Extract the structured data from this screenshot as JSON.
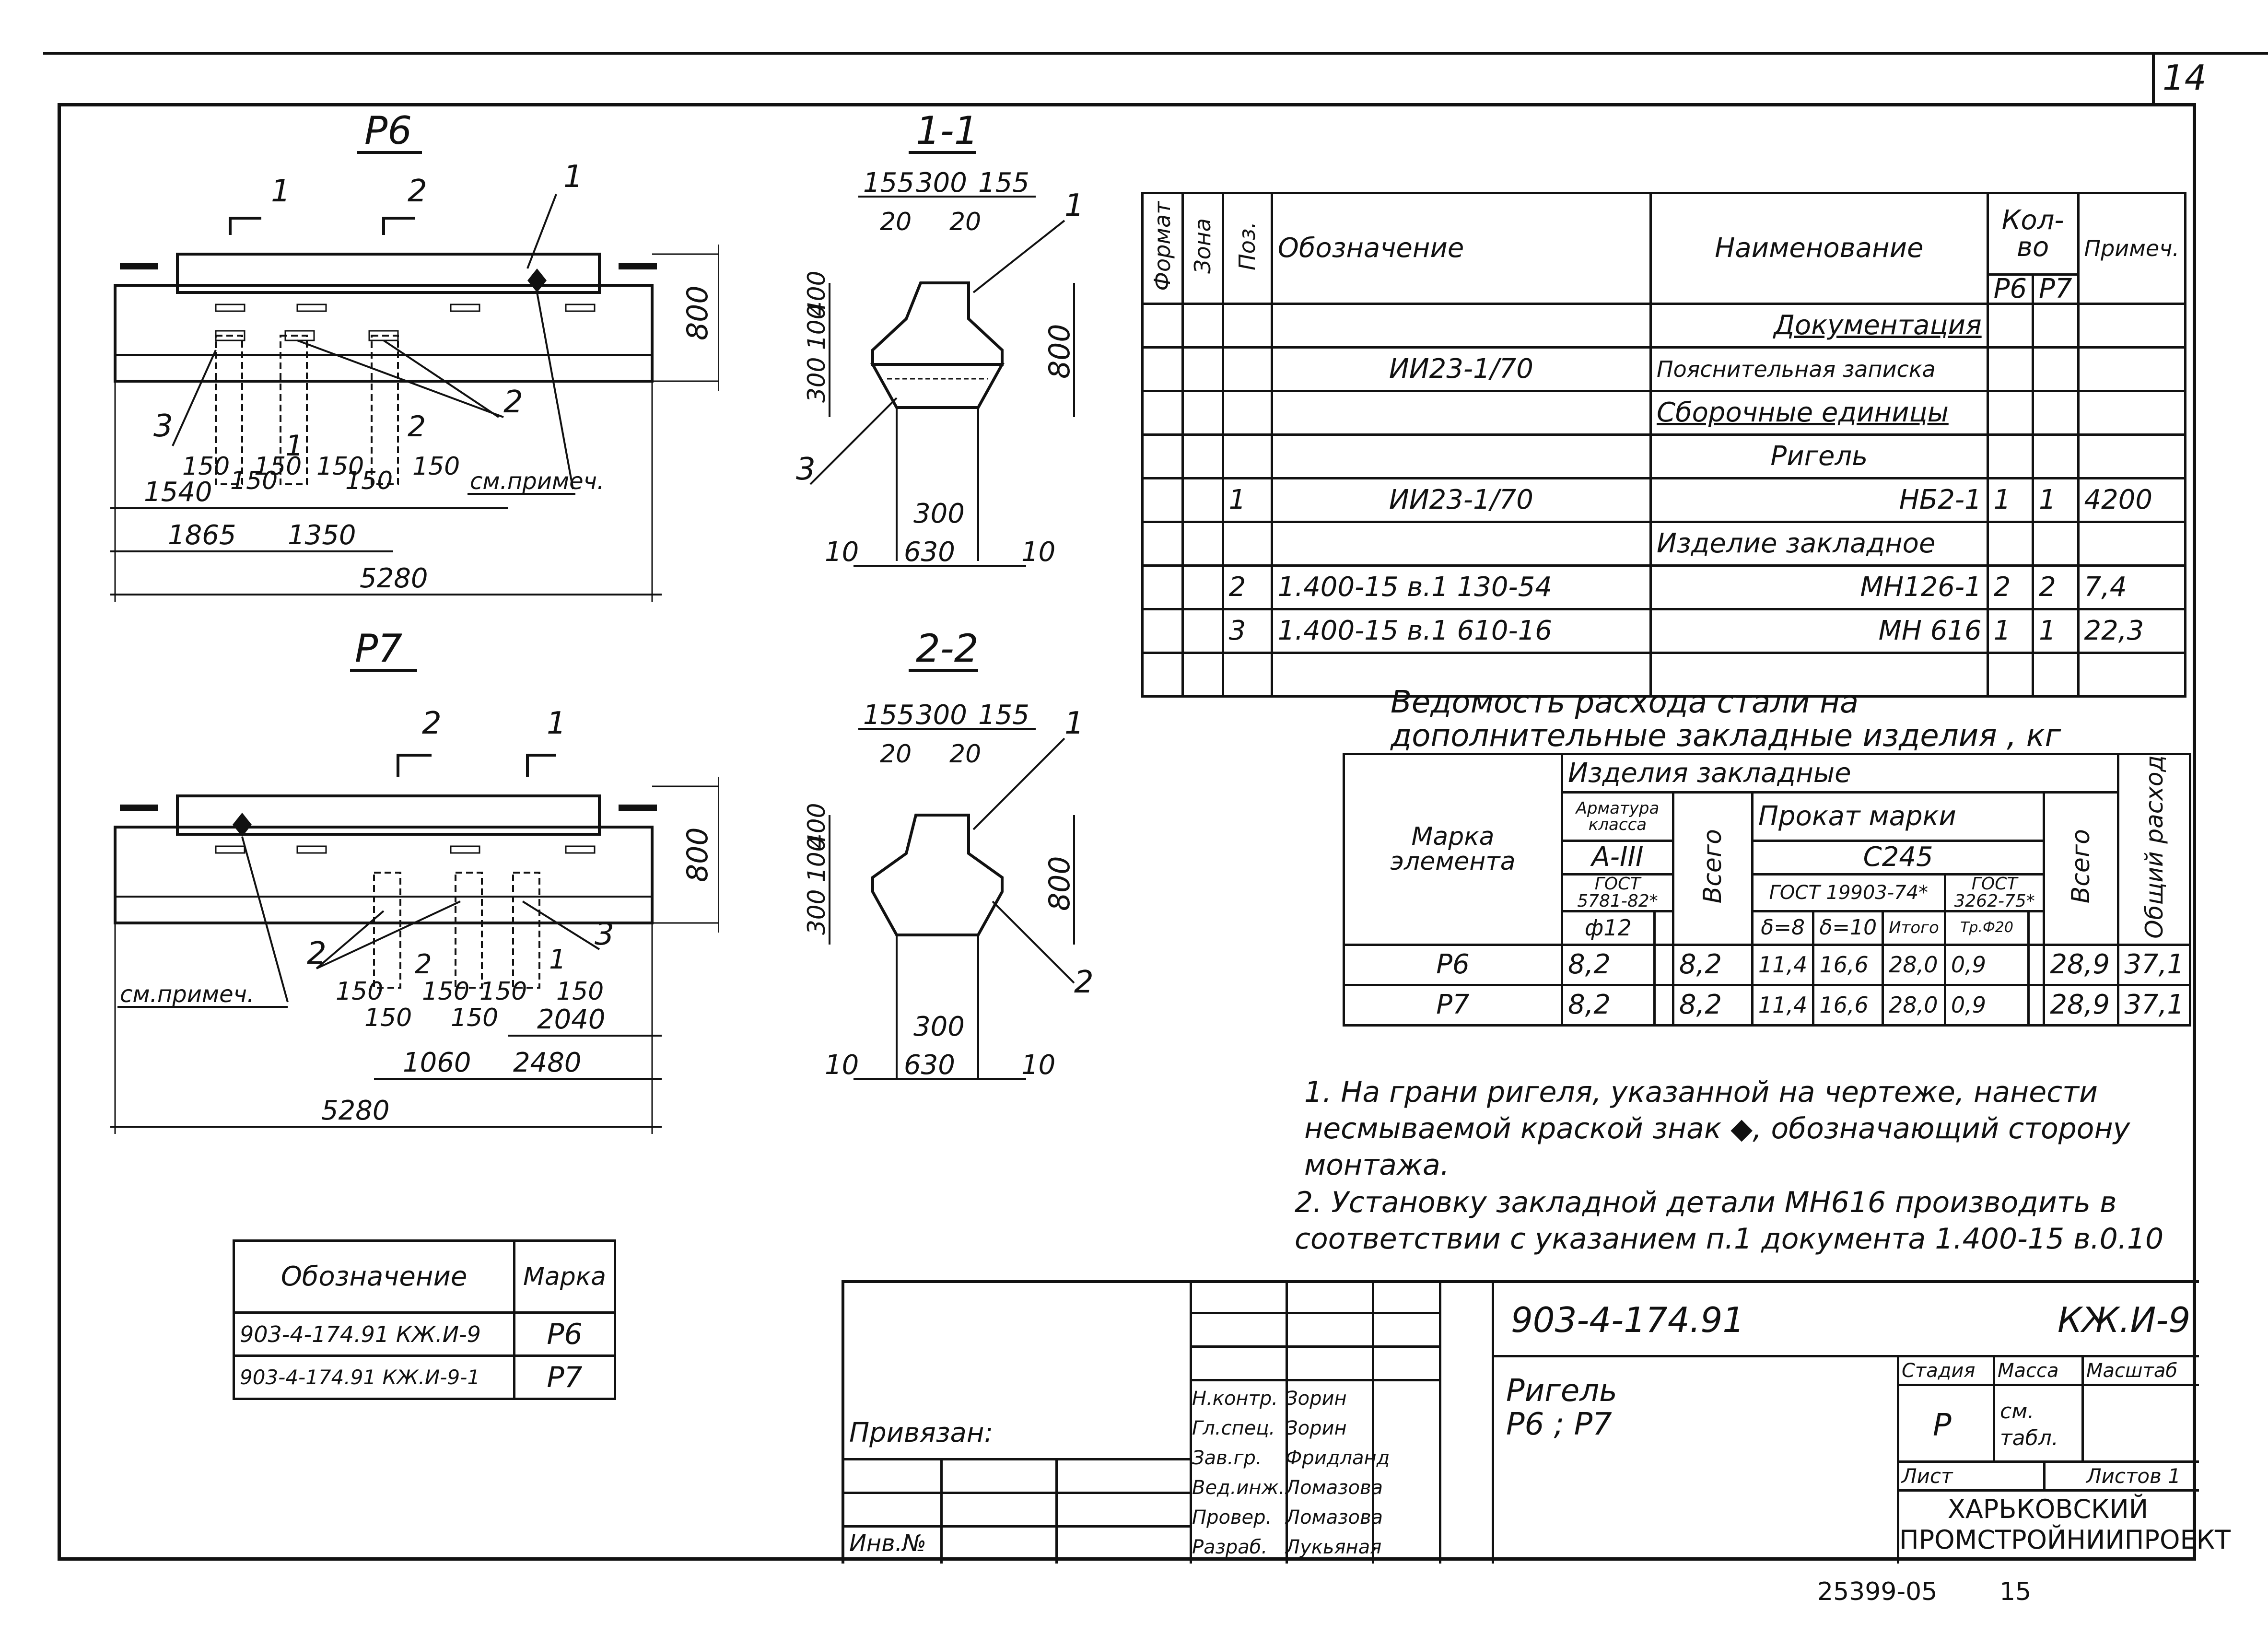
{
  "sheet_number": "14",
  "footer": {
    "code": "25399-05",
    "page": "15"
  },
  "drawings": {
    "p6": {
      "title": "Р6",
      "cut1": "1",
      "cut2": "2",
      "label_1": "1",
      "label_2": "2",
      "label_3": "3",
      "height": "800",
      "dims": [
        "150",
        "150",
        "150",
        "150",
        "150",
        "150",
        "1540",
        "1865",
        "1350",
        "5280"
      ],
      "note_ref": "см.примеч."
    },
    "p7": {
      "title": "Р7",
      "cut1": "2",
      "cut2": "1",
      "label_2": "2",
      "label_3": "3",
      "height": "800",
      "dims": [
        "150",
        "150",
        "150",
        "150",
        "150",
        "150",
        "2040",
        "1060",
        "2480",
        "5280"
      ],
      "note_ref": "см.примеч."
    },
    "s11": {
      "title": "1-1",
      "top": [
        "155",
        "300",
        "155"
      ],
      "inner": [
        "20",
        "20"
      ],
      "left": [
        "300",
        "100",
        "400"
      ],
      "height": "800",
      "bottom": [
        "300",
        "630"
      ],
      "side": [
        "10",
        "10"
      ],
      "label_1": "1",
      "label_3": "3"
    },
    "s22": {
      "title": "2-2",
      "top": [
        "155",
        "300",
        "155"
      ],
      "inner": [
        "20",
        "20"
      ],
      "left": [
        "300",
        "100",
        "400"
      ],
      "height": "800",
      "bottom": [
        "300",
        "630"
      ],
      "side": [
        "10",
        "10"
      ],
      "label_1": "1",
      "label_2": "2"
    }
  },
  "spec_table": {
    "headers": {
      "format": "Формат",
      "zone": "Зона",
      "pos": "Поз.",
      "designation": "Обозначение",
      "name": "Наименование",
      "qty": "Кол-во",
      "p6": "Р6",
      "p7": "Р7",
      "note": "Примеч."
    },
    "rows": [
      {
        "pos": "",
        "designation": "",
        "name": "Документация",
        "p6": "",
        "p7": "",
        "note": ""
      },
      {
        "pos": "",
        "designation": "ИИ23-1/70",
        "name": "Пояснительная записка",
        "p6": "",
        "p7": "",
        "note": ""
      },
      {
        "pos": "",
        "designation": "",
        "name": "Сборочные единицы",
        "p6": "",
        "p7": "",
        "note": ""
      },
      {
        "pos": "",
        "designation": "",
        "name": "Ригель",
        "p6": "",
        "p7": "",
        "note": ""
      },
      {
        "pos": "1",
        "designation": "ИИ23-1/70",
        "name": "НБ2-1",
        "p6": "1",
        "p7": "1",
        "note": "4200"
      },
      {
        "pos": "",
        "designation": "",
        "name": "Изделие закладное",
        "p6": "",
        "p7": "",
        "note": ""
      },
      {
        "pos": "2",
        "designation": "1.400-15 в.1 130-54",
        "name": "МН126-1",
        "p6": "2",
        "p7": "2",
        "note": "7,4"
      },
      {
        "pos": "3",
        "designation": "1.400-15 в.1 610-16",
        "name": "МН 616",
        "p6": "1",
        "p7": "1",
        "note": "22,3"
      },
      {
        "pos": "",
        "designation": "",
        "name": "",
        "p6": "",
        "p7": "",
        "note": ""
      }
    ]
  },
  "steel_table": {
    "title": "Ведомость расхода стали на дополнительные закладные изделия , кг",
    "h_mark": "Марка элемента",
    "h_items": "Изделия закладные",
    "h_rebar": "Арматура класса",
    "h_rebar_class": "A-III",
    "h_rebar_gost": "ГОСТ 5781-82*",
    "h_rebar_d": "ф12",
    "h_total1": "Всего",
    "h_rolled": "Прокат марки",
    "h_rolled_grade": "С245",
    "h_gost1": "ГОСТ 19903-74*",
    "h_gost2": "ГОСТ 3262-75*",
    "h_d8": "δ=8",
    "h_d10": "δ=10",
    "h_itogo": "Итого",
    "h_tr": "Тр.Ф20",
    "h_total2": "Всего",
    "h_grand": "Общий расход",
    "rows": [
      {
        "mark": "Р6",
        "rebar": "8,2",
        "blank": "",
        "total1": "8,2",
        "d8": "11,4",
        "d10": "16,6",
        "itogo": "28,0",
        "tr": "0,9",
        "blank2": "",
        "total2": "28,9",
        "grand": "37,1"
      },
      {
        "mark": "Р7",
        "rebar": "8,2",
        "blank": "",
        "total1": "8,2",
        "d8": "11,4",
        "d10": "16,6",
        "itogo": "28,0",
        "tr": "0,9",
        "blank2": "",
        "total2": "28,9",
        "grand": "37,1"
      }
    ]
  },
  "notes": [
    "1. На грани ригеля, указанной на чертеже, нанести несмываемой краской знак ◆, обозначающий сторону монтажа.",
    "2. Установку закладной детали МН616 производить в соответствии с указанием п.1 документа 1.400-15 в.0.10"
  ],
  "mark_table": {
    "headers": {
      "designation": "Обозначение",
      "mark": "Марка"
    },
    "rows": [
      {
        "designation": "903-4-174.91 КЖ.И-9",
        "mark": "Р6"
      },
      {
        "designation": "903-4-174.91 КЖ.И-9-1",
        "mark": "Р7"
      }
    ]
  },
  "title_block": {
    "doc_code": "903-4-174.91",
    "sheet_code": "КЖ.И-9",
    "title": "Ригель Р6 ; Р7",
    "stage_h": "Стадия",
    "mass_h": "Масса",
    "scale_h": "Масштаб",
    "stage": "Р",
    "mass": "см. табл.",
    "sheet_h": "Лист",
    "sheets_h": "Листов 1",
    "org": "ХАРЬКОВСКИЙ ПРОМСТРОЙНИИПРОЕКТ",
    "linked": "Привязан:",
    "inv": "Инв.№",
    "signers": [
      {
        "role": "Н.контр.",
        "name": "Зорин"
      },
      {
        "role": "Гл.спец.",
        "name": "Зорин"
      },
      {
        "role": "Зав.гр.",
        "name": "Фридланд"
      },
      {
        "role": "Вед.инж.",
        "name": "Ломазова"
      },
      {
        "role": "Провер.",
        "name": "Ломазова"
      },
      {
        "role": "Разраб.",
        "name": "Лукьяная"
      }
    ]
  }
}
